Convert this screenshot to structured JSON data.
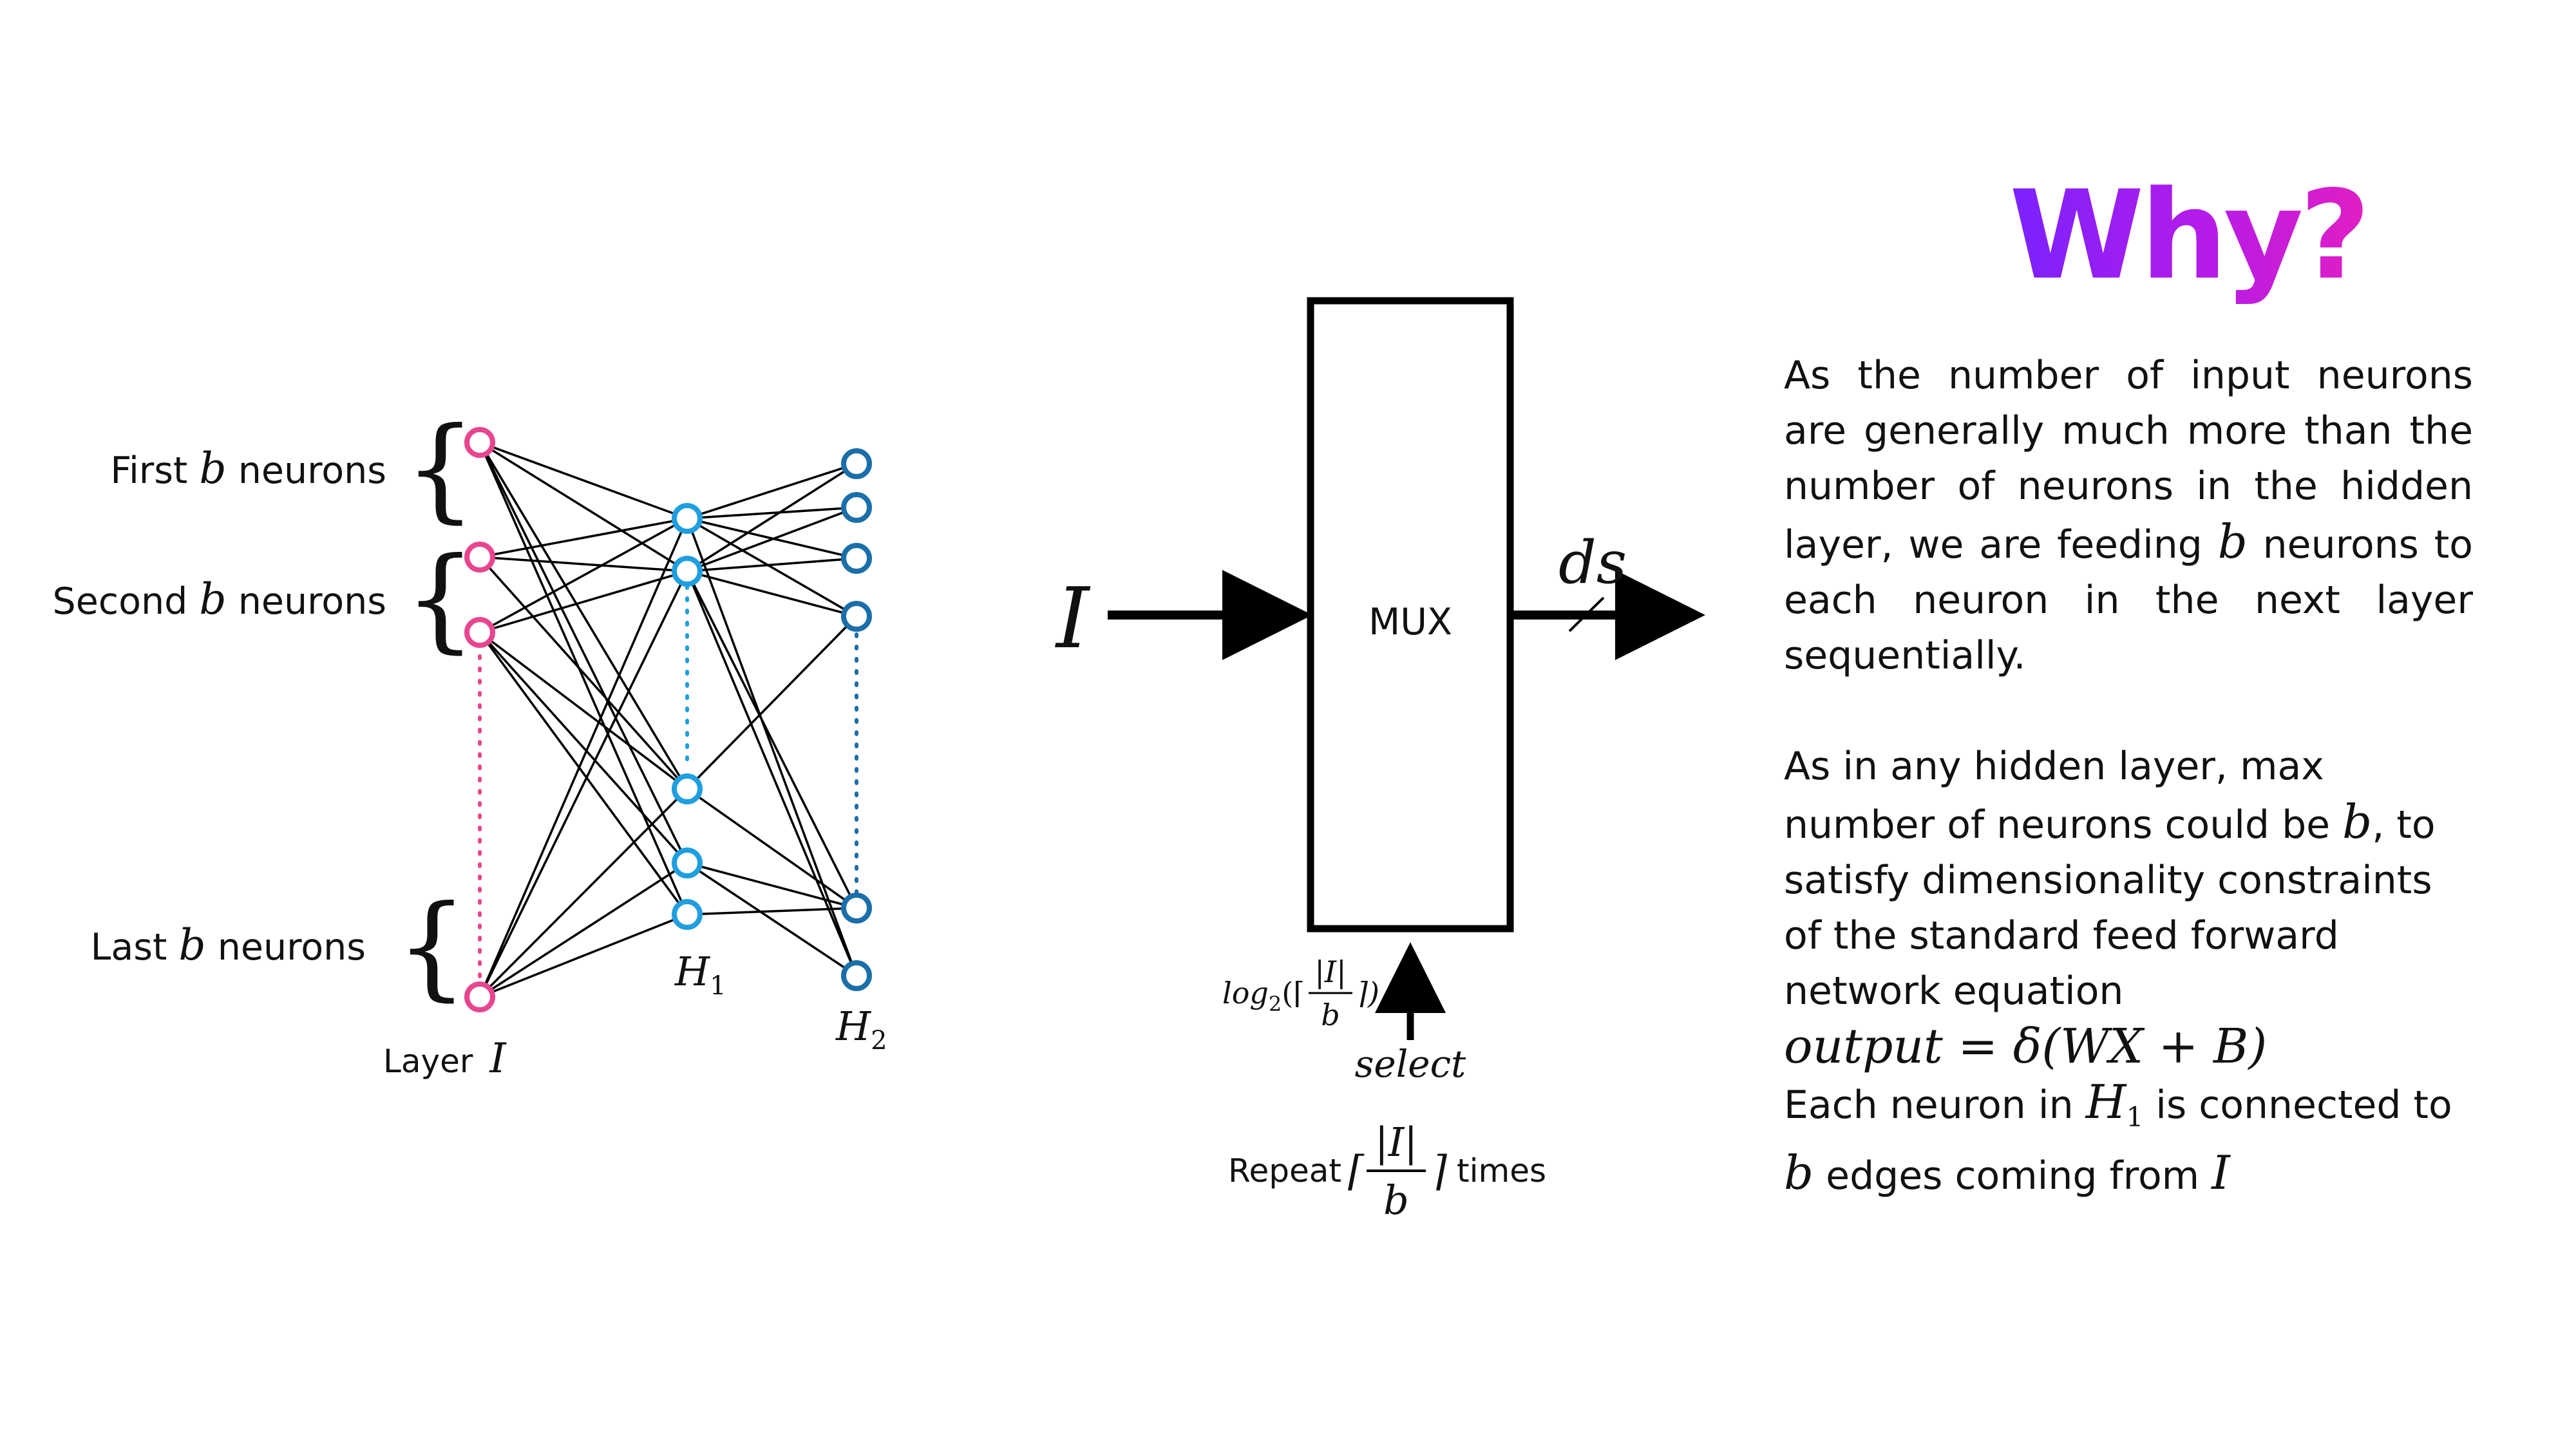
{
  "network": {
    "group_first_label": "First",
    "group_second_label": "Second",
    "group_last_label": "Last",
    "neurons_word": "neurons",
    "var_b": "b",
    "layer_word": "Layer",
    "layer_var": "I",
    "h1_label": "H",
    "h1_sub": "1",
    "h2_label": "H",
    "h2_sub": "2",
    "colors": {
      "input": "#e8458f",
      "hidden1": "#1f9fe0",
      "hidden2": "#1a6faa"
    }
  },
  "mux": {
    "input_label": "I",
    "box_label": "MUX",
    "output_label": "ds",
    "select_label": "select",
    "select_width_log": "log",
    "select_width_sub": "2",
    "select_width_open": "(⌈",
    "select_width_num": "|I|",
    "select_width_den": "b",
    "select_width_close": "⌉)",
    "repeat_word": "Repeat",
    "repeat_open": "⌈",
    "repeat_num": "|I|",
    "repeat_den": "b",
    "repeat_close": "⌉",
    "repeat_times": "times"
  },
  "panel": {
    "title": "Why?",
    "p1": {
      "t1": "As the number of input neurons are generally much more than the number of neurons in the hidden layer, we are feeding ",
      "b": "b",
      "t2": " neurons to each neuron in the next layer sequentially."
    },
    "p2": {
      "t1": "As in any hidden layer, max number of neurons could be ",
      "b": "b",
      "t2": ", to satisfy dimensionality constraints of the standard feed forward network equation"
    },
    "equation": "output = δ(WX + B)",
    "p3": {
      "t1": "Each neuron in ",
      "h": "H",
      "hsub": "1",
      "t2": " is connected to ",
      "b": "b",
      "t3": " edges coming from ",
      "i": "I"
    }
  }
}
